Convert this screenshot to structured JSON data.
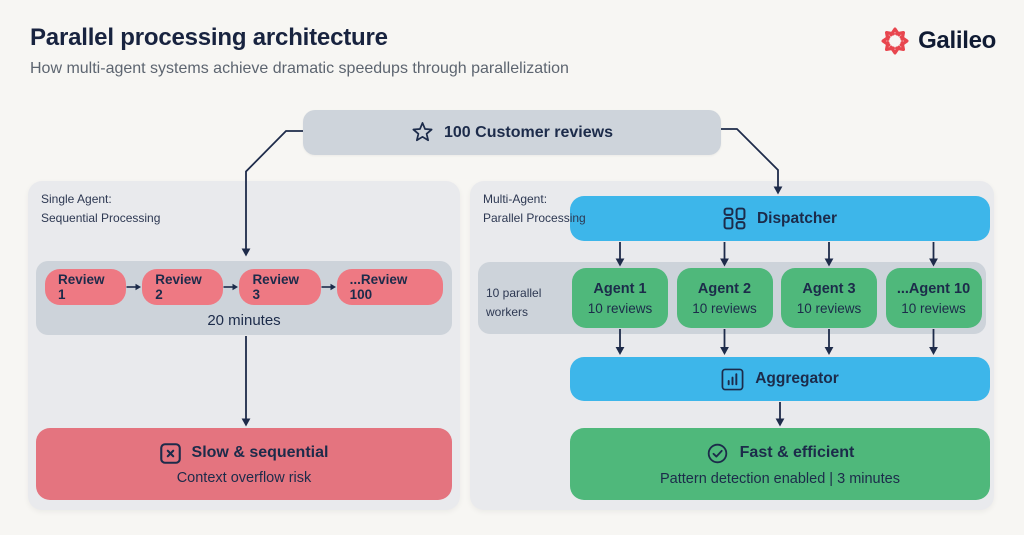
{
  "header": {
    "title": "Parallel processing architecture",
    "subtitle": "How multi-agent systems achieve dramatic speedups through parallelization",
    "brand": "Galileo",
    "brand_icon": "galileo-starburst-icon"
  },
  "colors": {
    "background": "#f7f6f3",
    "panel": "#e9eaed",
    "gray_container": "#cdd3da",
    "blue": "#3db6ea",
    "green": "#4fb87b",
    "red_pill": "#ee7983",
    "red_box": "#e4747f",
    "navy_text": "#1c2b4a",
    "brand_red": "#e8464e"
  },
  "input_node": {
    "label": "100 Customer reviews",
    "icon": "star-icon"
  },
  "left_panel": {
    "label_line1": "Single Agent:",
    "label_line2": "Sequential Processing",
    "reviews": [
      {
        "label": "Review 1"
      },
      {
        "label": "Review 2"
      },
      {
        "label": "Review 3"
      },
      {
        "label": "...Review 100"
      }
    ],
    "duration": "20 minutes",
    "result": {
      "icon": "x-square-icon",
      "title": "Slow & sequential",
      "subtitle": "Context overflow risk"
    }
  },
  "right_panel": {
    "label_line1": "Multi-Agent:",
    "label_line2": "Parallel Processing",
    "dispatcher": {
      "label": "Dispatcher",
      "icon": "layout-grid-icon"
    },
    "workers_label_line1": "10 parallel",
    "workers_label_line2": "workers",
    "agents": [
      {
        "name": "Agent 1",
        "load": "10 reviews"
      },
      {
        "name": "Agent 2",
        "load": "10 reviews"
      },
      {
        "name": "Agent 3",
        "load": "10 reviews"
      },
      {
        "name": "...Agent 10",
        "load": "10 reviews"
      }
    ],
    "aggregator": {
      "label": "Aggregator",
      "icon": "bar-chart-icon"
    },
    "result": {
      "icon": "check-circle-icon",
      "title": "Fast & efficient",
      "subtitle": "Pattern detection enabled  |  3 minutes"
    }
  }
}
